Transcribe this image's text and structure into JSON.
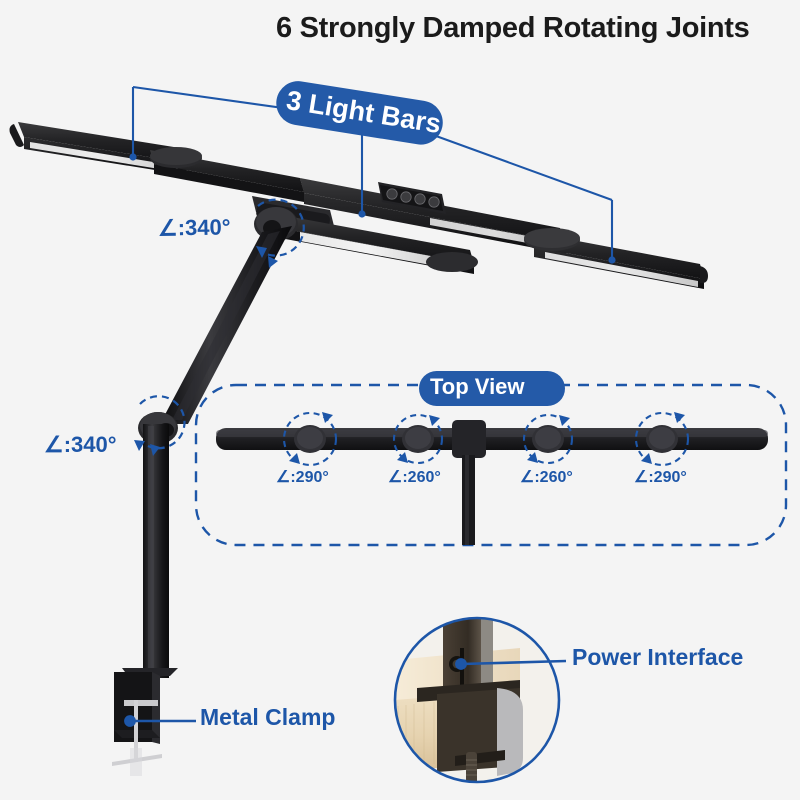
{
  "page": {
    "title": "6 Strongly Damped Rotating Joints",
    "background_color": "#f4f4f4",
    "accent_color": "#1d56a8",
    "badge_color": "#245aa8",
    "product_color": "#1b1b1b"
  },
  "badges": [
    {
      "id": "light-bars",
      "label": "3 Light Bars",
      "leader_count": 3
    },
    {
      "id": "top-view",
      "label": "Top View"
    }
  ],
  "side_view": {
    "angles": [
      {
        "id": "upper-joint",
        "label": "∠:340°",
        "value": 340
      },
      {
        "id": "elbow-joint",
        "label": "∠:340°",
        "value": 340
      }
    ]
  },
  "top_view": {
    "panel_label": "Top View",
    "angles": [
      {
        "id": "joint-left-outer",
        "label": "∠:290°",
        "value": 290
      },
      {
        "id": "joint-left-inner",
        "label": "∠:260°",
        "value": 260
      },
      {
        "id": "joint-right-inner",
        "label": "∠:260°",
        "value": 260
      },
      {
        "id": "joint-right-outer",
        "label": "∠:290°",
        "value": 290
      }
    ]
  },
  "callouts": [
    {
      "id": "metal-clamp",
      "label": "Metal Clamp"
    },
    {
      "id": "power-interface",
      "label": "Power Interface"
    }
  ],
  "controls": {
    "button_count": 4,
    "icons": [
      "power-icon",
      "brightness-icon",
      "color-temp-icon",
      "mode-icon"
    ]
  }
}
